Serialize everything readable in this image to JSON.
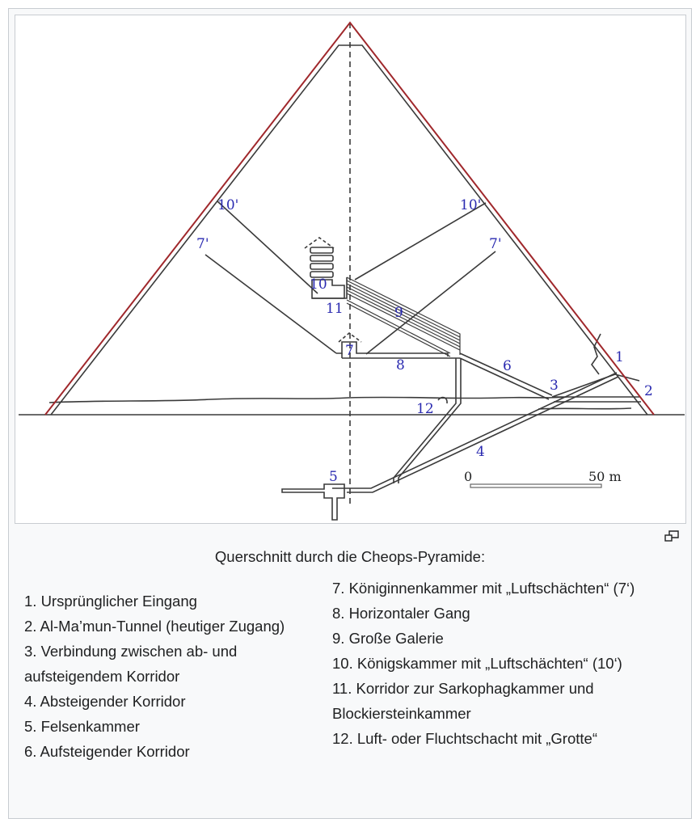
{
  "diagram": {
    "labels": {
      "l1": "1",
      "l2": "2",
      "l3": "3",
      "l4": "4",
      "l5": "5",
      "l6": "6",
      "l7": "7",
      "l8": "8",
      "l9": "9",
      "l10": "10",
      "l11": "11",
      "l12": "12",
      "l10a": "10'",
      "l10b": "10'",
      "l7a": "7'",
      "l7b": "7'"
    },
    "scale": {
      "start": "0",
      "end": "50 m"
    },
    "colors": {
      "casing": "#a0282c",
      "labels": "#2a2ab0",
      "lines": "#3a3a3a"
    }
  },
  "caption": {
    "title": "Querschnitt durch die Cheops-Pyramide:",
    "expand_icon": "expand-icon",
    "left_items": [
      "1. Ursprünglicher Eingang",
      "2. Al-Ma’mun-Tunnel (heutiger Zugang)",
      "3. Verbindung zwischen ab- und aufsteigendem Korridor",
      "4. Absteigender Korridor",
      "5. Felsenkammer",
      "6. Aufsteigender Korridor"
    ],
    "right_items": [
      "7. Königinnenkammer mit „Luftschächten“ (7‘)",
      "8. Horizontaler Gang",
      "9. Große Galerie",
      "10. Königskammer mit „Luftschächten“ (10‘)",
      "11. Korridor zur Sarkophagkammer und Blockiersteinkammer",
      "12. Luft- oder Fluchtschacht mit „Grotte“"
    ]
  }
}
